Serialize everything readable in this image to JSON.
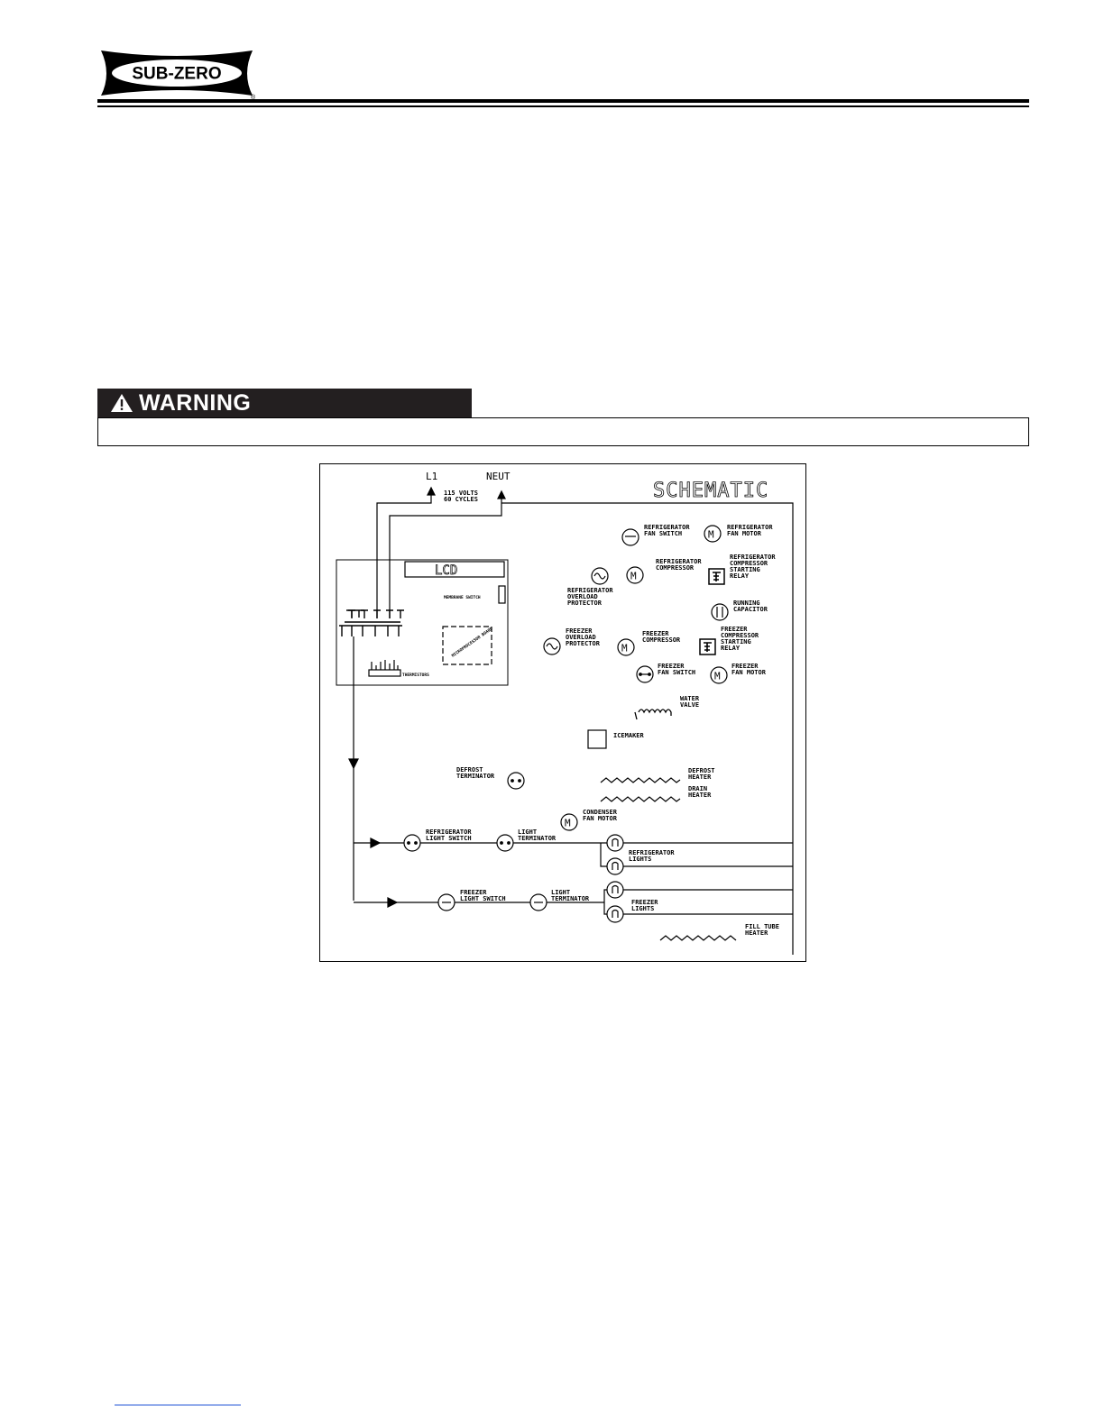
{
  "header": {
    "brand": "SUB-ZERO",
    "registered_mark": "®"
  },
  "warning": {
    "label": "WARNING",
    "body_text": ""
  },
  "schematic": {
    "title": "SCHEMATIC",
    "supply": {
      "l1": "L1",
      "neut": "NEUT",
      "volts": "115 VOLTS",
      "cycles": "60 CYCLES"
    },
    "board": {
      "lcd": "LCD",
      "membrane_switch": "MEMBRANE SWITCH",
      "thermistors": "THERMISTORS",
      "microprocessor": "MICROPROCESSOR BOARD"
    },
    "components": {
      "refrigerator_fan_switch": [
        "REFRIGERATOR",
        "FAN SWITCH"
      ],
      "refrigerator_fan_motor": [
        "REFRIGERATOR",
        "FAN MOTOR"
      ],
      "refrigerator_compressor": [
        "REFRIGERATOR",
        "COMPRESSOR"
      ],
      "refrigerator_compressor_starting_relay": [
        "REFRIGERATOR",
        "COMPRESSOR",
        "STARTING",
        "RELAY"
      ],
      "refrigerator_overload_protector": [
        "REFRIGERATOR",
        "OVERLOAD",
        "PROTECTOR"
      ],
      "running_capacitor": [
        "RUNNING",
        "CAPACITOR"
      ],
      "freezer_overload_protector": [
        "FREEZER",
        "OVERLOAD",
        "PROTECTOR"
      ],
      "freezer_compressor": [
        "FREEZER",
        "COMPRESSOR"
      ],
      "freezer_compressor_starting_relay": [
        "FREEZER",
        "COMPRESSOR",
        "STARTING",
        "RELAY"
      ],
      "freezer_fan_switch": [
        "FREEZER",
        "FAN SWITCH"
      ],
      "freezer_fan_motor": [
        "FREEZER",
        "FAN MOTOR"
      ],
      "water_valve": [
        "WATER",
        "VALVE"
      ],
      "icemaker": [
        "ICEMAKER"
      ],
      "defrost_terminator": [
        "DEFROST",
        "TERMINATOR"
      ],
      "defrost_heater": [
        "DEFROST",
        "HEATER"
      ],
      "drain_heater": [
        "DRAIN",
        "HEATER"
      ],
      "condenser_fan_motor": [
        "CONDENSER",
        "FAN MOTOR"
      ],
      "refrigerator_light_switch": [
        "REFRIGERATOR",
        "LIGHT SWITCH"
      ],
      "refrigerator_light_terminator": [
        "LIGHT",
        "TERMINATOR"
      ],
      "refrigerator_lights": [
        "REFRIGERATOR",
        "LIGHTS"
      ],
      "freezer_light_switch": [
        "FREEZER",
        "LIGHT SWITCH"
      ],
      "freezer_light_terminator": [
        "LIGHT",
        "TERMINATOR"
      ],
      "freezer_lights": [
        "FREEZER",
        "LIGHTS"
      ],
      "fill_tube_heater": [
        "FILL TUBE",
        "HEATER"
      ]
    },
    "symbols": {
      "motor": "M"
    }
  },
  "colors": {
    "ink": "#000000",
    "banner": "#231f20",
    "link": "#1a4fd6"
  }
}
